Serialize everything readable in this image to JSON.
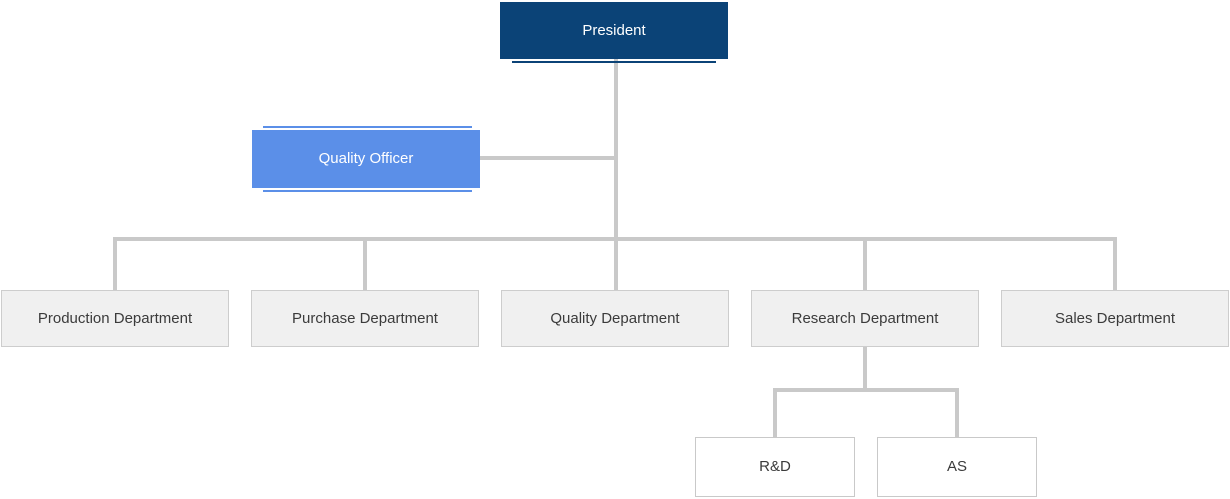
{
  "theme": {
    "president-bg": "#0b4377",
    "officer-bg": "#5b8fe8",
    "dept-bg": "#f0f0f0",
    "dept-border": "#cdcdcd",
    "sub-bg": "#ffffff",
    "sub-border": "#c9c9c9",
    "connector": "#c9c9c9",
    "text-light": "#ffffff",
    "text-dark": "#3b3b3b"
  },
  "org": {
    "root": {
      "label": "President"
    },
    "staff": {
      "label": "Quality Officer"
    },
    "departments": [
      {
        "label": "Production Department"
      },
      {
        "label": "Purchase Department"
      },
      {
        "label": "Quality Department"
      },
      {
        "label": "Research Department"
      },
      {
        "label": "Sales Department"
      }
    ],
    "research_children": [
      {
        "label": "R&D"
      },
      {
        "label": "AS"
      }
    ]
  }
}
